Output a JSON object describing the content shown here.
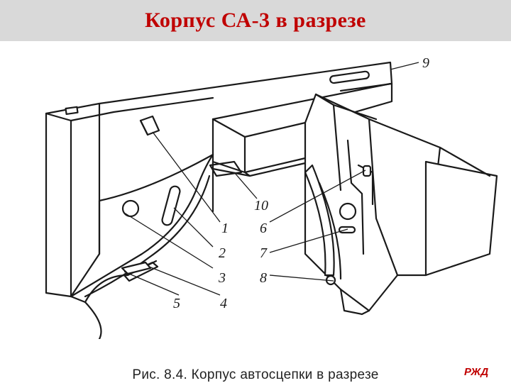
{
  "slide": {
    "title": "Корпус СА-3 в разрезе",
    "caption": "Рис. 8.4. Корпус автосцепки в разрезе",
    "logo_text": "РЖД"
  },
  "diagram": {
    "callouts": [
      "1",
      "2",
      "3",
      "4",
      "5",
      "6",
      "7",
      "8",
      "9",
      "10"
    ]
  },
  "colors": {
    "title": "#c00000",
    "title_bar": "#d9d9d9",
    "logo": "#c00000",
    "ink": "#1a1a1a"
  }
}
